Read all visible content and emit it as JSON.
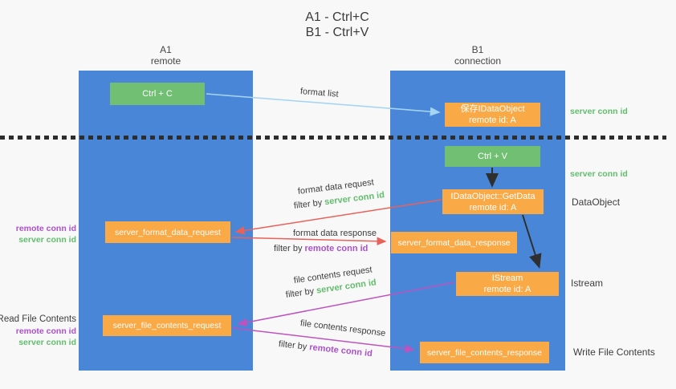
{
  "title": {
    "line1": "A1 - Ctrl+C",
    "line2": "B1 - Ctrl+V"
  },
  "lanes": {
    "a1": {
      "name": "A1",
      "subtitle": "remote"
    },
    "b1": {
      "name": "B1",
      "subtitle": "connection"
    }
  },
  "nodes": {
    "ctrl_c": {
      "label": "Ctrl + C"
    },
    "save_dataobject": {
      "line1": "保存IDataObject",
      "line2": "remote id: A"
    },
    "ctrl_v": {
      "label": "Ctrl + V"
    },
    "getdata": {
      "line1": "IDataObject::GetData",
      "line2": "remote id: A"
    },
    "format_request": {
      "label": "server_format_data_request"
    },
    "format_response": {
      "label": "server_format_data_response"
    },
    "istream": {
      "line1": "IStream",
      "line2": "remote id: A"
    },
    "file_request": {
      "label": "server_file_contents_request"
    },
    "file_response": {
      "label": "server_file_contents_response"
    }
  },
  "arrow_labels": {
    "format_list": "format list",
    "format_data_request": "format data request",
    "format_data_response": "format data response",
    "file_contents_request": "file contents request",
    "file_contents_response": "file contents response",
    "filter_by": "filter by",
    "server_conn_id": "server conn id",
    "remote_conn_id": "remote conn id"
  },
  "annotations": {
    "right": {
      "server_conn_id_top": "server conn id",
      "server_conn_id_mid": "server conn id",
      "dataobject": "DataObject",
      "istream": "Istream",
      "write_file_contents": "Write File Contents"
    },
    "left": {
      "remote_conn_id_top": "remote conn id",
      "server_conn_id_top": "server conn id",
      "read_file_contents": "Read File Contents",
      "remote_conn_id_bottom": "remote conn id",
      "server_conn_id_bottom": "server conn id"
    }
  },
  "colors": {
    "lane_blue": "#4a86d8",
    "node_green": "#71bf72",
    "node_orange": "#f9a945",
    "arrow_light_blue": "#a6d5f2",
    "arrow_red": "#e8615a",
    "arrow_magenta": "#bd53be",
    "arrow_black": "#2f2f2f",
    "text_green": "#62bd6d",
    "text_purple": "#ab51c9",
    "text_dark": "#3d3d3d",
    "background": "#f8f8f8"
  }
}
